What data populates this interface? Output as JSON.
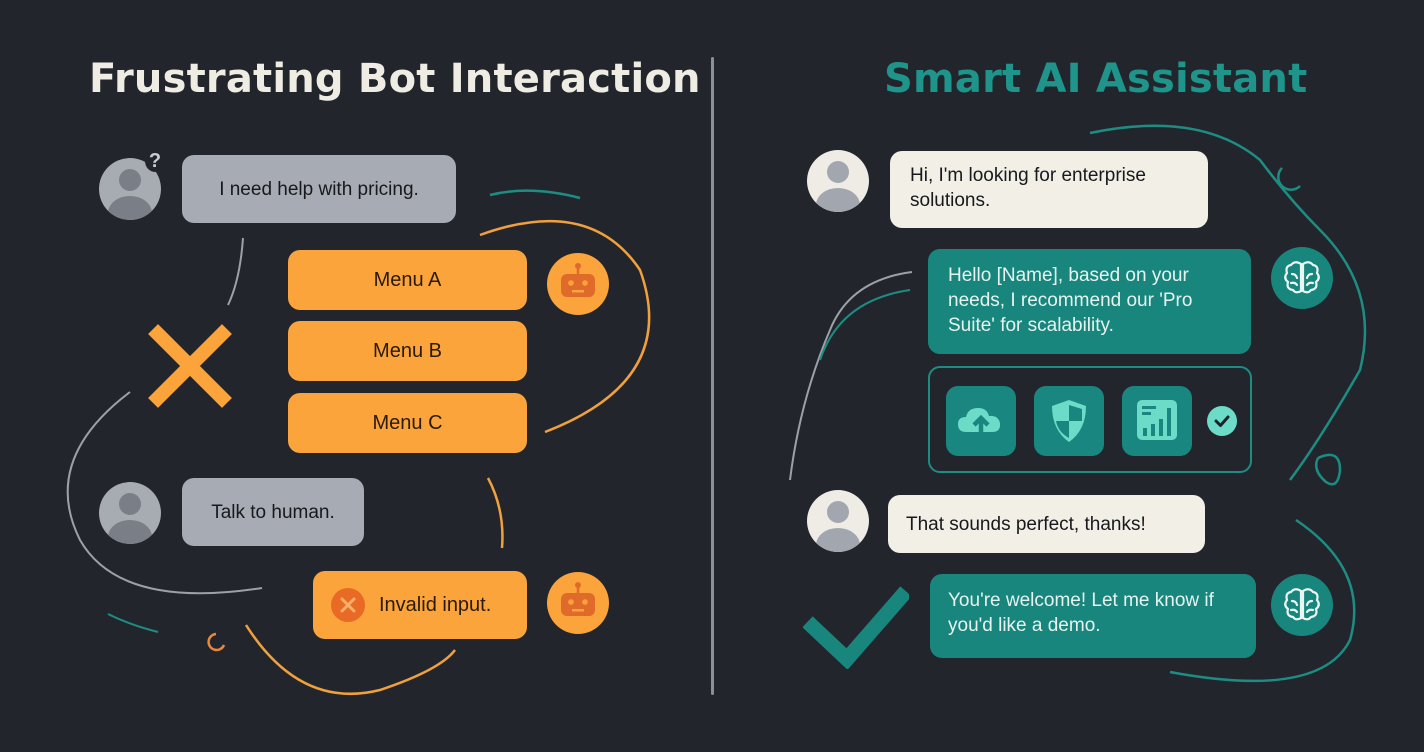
{
  "left_panel": {
    "title": "Frustrating Bot Interaction",
    "user_message_1": "I need help with pricing.",
    "confused_marker": "?",
    "menu_options": [
      "Menu A",
      "Menu B",
      "Menu C"
    ],
    "user_message_2": "Talk to human.",
    "bot_error": "Invalid input.",
    "icons": [
      "user-confused-avatar",
      "robot-icon",
      "x-mark-icon",
      "user-avatar",
      "error-x-icon",
      "robot-icon"
    ]
  },
  "right_panel": {
    "title": "Smart AI Assistant",
    "user_message_1": "Hi, I'm looking for enterprise solutions.",
    "ai_message_1": "Hello [Name], based on your needs, I recommend our 'Pro Suite' for scalability.",
    "feature_icons": [
      "cloud-upload-icon",
      "shield-icon",
      "analytics-chart-icon",
      "checkmark-circle-icon"
    ],
    "user_message_2": "That sounds perfect, thanks!",
    "ai_message_2": "You're welcome! Let me know if you'd like a demo.",
    "icons": [
      "user-avatar",
      "brain-icon",
      "checkmark-icon"
    ]
  },
  "colors": {
    "background": "#22262c",
    "left_accent": "#fba43c",
    "right_accent": "#19867e",
    "grey_bubble": "#a7abb4",
    "cream_bubble": "#f1efe6",
    "divider": "#8b9098"
  }
}
